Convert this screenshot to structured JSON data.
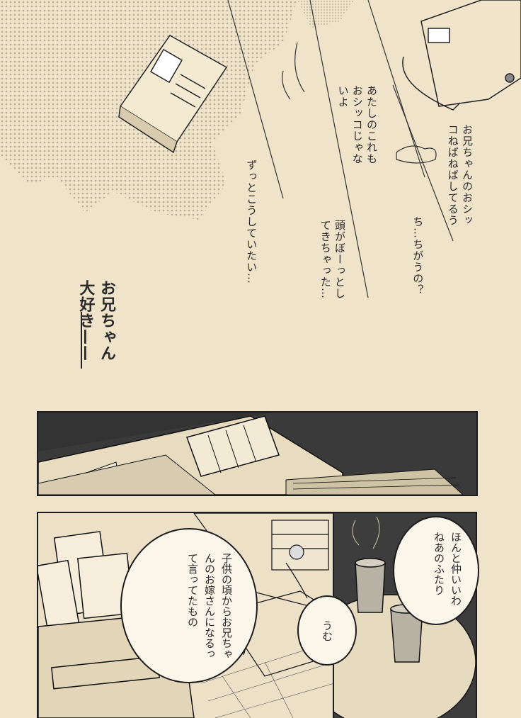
{
  "monologue": {
    "line1": "ずっとこうしていたい…",
    "line2": "頭がぼーっとしてきちゃった…",
    "line3": "あたしのこれもおシッコじゃないよ",
    "line4": "お兄ちゃんのおシッコねばねばしてるう",
    "line5": "ち…ちがうの？"
  },
  "caption": {
    "text": "お兄ちゃん大好き——"
  },
  "dialogue": {
    "bubble1": "ほんと仲いいわねあのふたり",
    "bubble2": "子供の頃からお兄ちゃんのお嫁さんになるって言ってたもの",
    "bubble3": "うむ"
  }
}
